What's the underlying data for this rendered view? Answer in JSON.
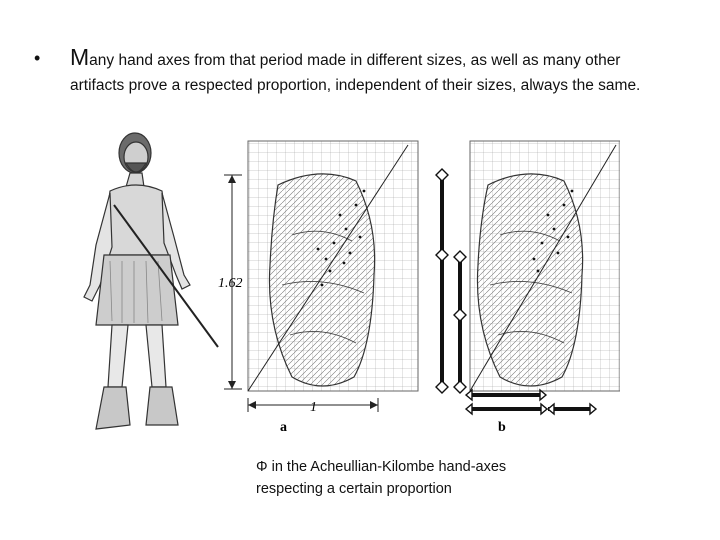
{
  "slide": {
    "bullet_symbol": "•",
    "intro_capital": "M",
    "intro_rest": "any hand axes from that period made in different sizes, as well as many other",
    "intro_line2": "artifacts prove a respected proportion, independent of their sizes, always the same."
  },
  "figure": {
    "height_label": "1.62",
    "width_label": "1",
    "panel_a_label": "a",
    "panel_b_label": "b"
  },
  "caption": {
    "line1": "Φ in the Acheullian-Kilombe hand-axes",
    "line2": "respecting a certain proportion"
  }
}
